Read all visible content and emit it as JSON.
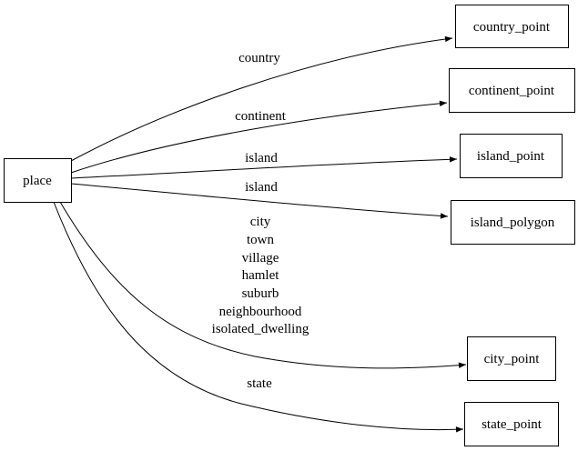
{
  "diagram": {
    "type": "directed-graph",
    "background_color": "#ffffff",
    "node_fill_color": "#ffffff",
    "stroke_color": "#000000",
    "nodes": {
      "place": {
        "label": "place"
      },
      "country_point": {
        "label": "country_point"
      },
      "continent_point": {
        "label": "continent_point"
      },
      "island_point": {
        "label": "island_point"
      },
      "island_polygon": {
        "label": "island_polygon"
      },
      "city_point": {
        "label": "city_point"
      },
      "state_point": {
        "label": "state_point"
      }
    },
    "edges": {
      "country": {
        "from": "place",
        "to": "country_point",
        "label": "country"
      },
      "continent": {
        "from": "place",
        "to": "continent_point",
        "label": "continent"
      },
      "island_to_point": {
        "from": "place",
        "to": "island_point",
        "label": "island"
      },
      "island_to_polygon": {
        "from": "place",
        "to": "island_polygon",
        "label": "island"
      },
      "city": {
        "from": "place",
        "to": "city_point",
        "label_lines": [
          "city",
          "town",
          "village",
          "hamlet",
          "suburb",
          "neighbourhood",
          "isolated_dwelling"
        ]
      },
      "state": {
        "from": "place",
        "to": "state_point",
        "label": "state"
      }
    }
  }
}
